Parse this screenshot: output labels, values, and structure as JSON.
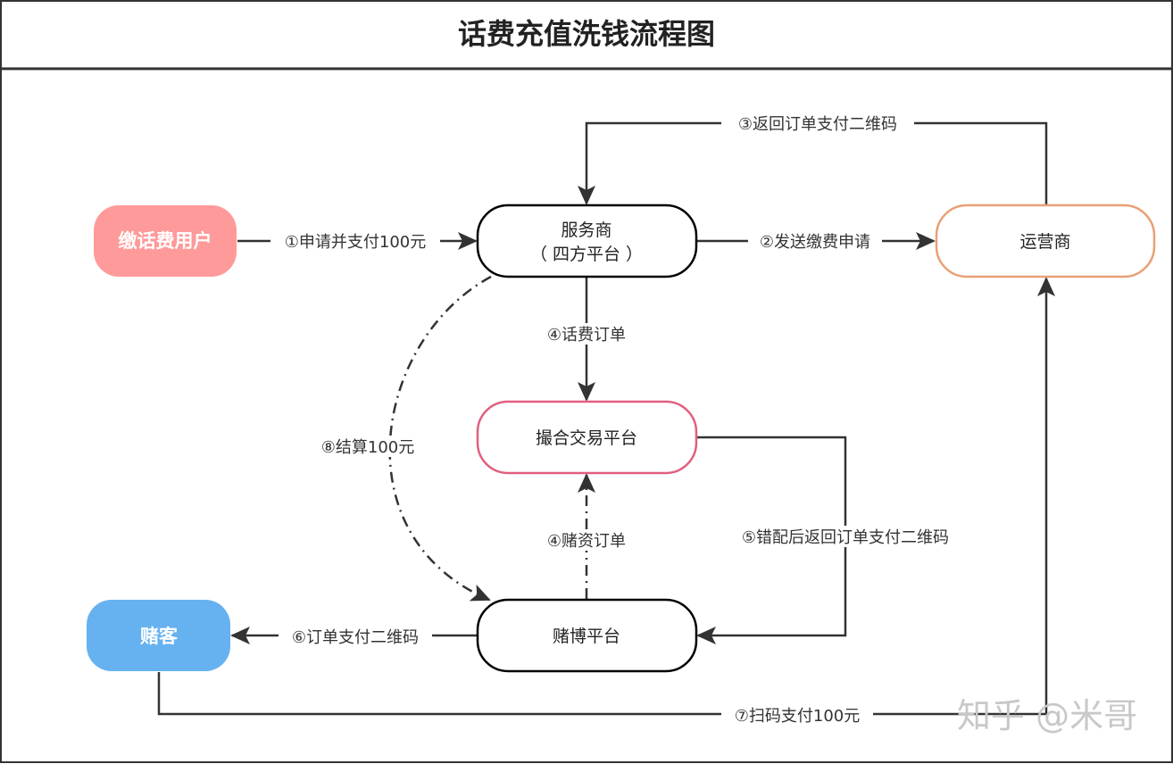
{
  "title": "话费充值洗钱流程图",
  "nodes": {
    "user": {
      "label": "缴话费用户",
      "fill": "#FF9A9A"
    },
    "provider": {
      "line1": "服务商",
      "line2": "（ 四方平台 ）",
      "stroke": "#000000"
    },
    "operator": {
      "label": "运营商",
      "stroke": "#E9A074"
    },
    "matching": {
      "label": "撮合交易平台",
      "stroke": "#E0607E"
    },
    "gambling": {
      "label": "赌博平台",
      "stroke": "#000000"
    },
    "gambler": {
      "label": "赌客",
      "fill": "#66B2F0"
    }
  },
  "edges": {
    "e1": "①申请并支付100元",
    "e2": "②发送缴费申请",
    "e3": "③返回订单支付二维码",
    "e4a": "④话费订单",
    "e4b": "④赌资订单",
    "e5": "⑤错配后返回订单支付二维码",
    "e6": "⑥订单支付二维码",
    "e7": "⑦扫码支付100元",
    "e8": "⑧结算100元"
  },
  "watermark": "知乎 @米哥"
}
